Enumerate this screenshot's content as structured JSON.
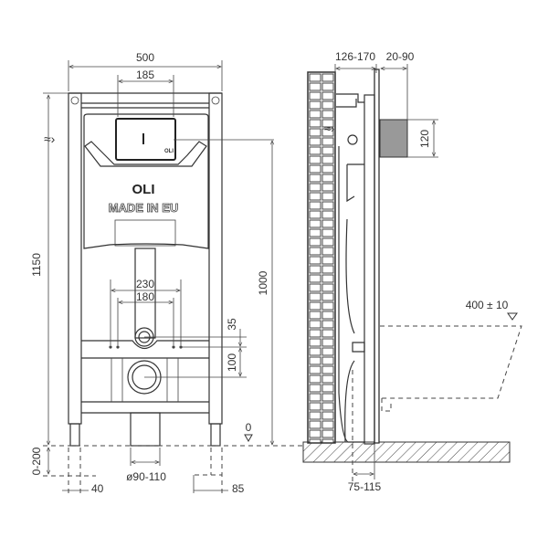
{
  "front_view": {
    "width_total": "500",
    "width_flush": "185",
    "height_total": "1150",
    "height_flush": "1000",
    "bolt_spacing_outer": "230",
    "bolt_spacing_inner": "180",
    "inlet_offset": "35",
    "outlet_offset": "100",
    "floor_level": "0",
    "leg_adjust": "0-200",
    "leg_left": "40",
    "pipe_diameter": "ø90-110",
    "leg_right": "85",
    "brand": "OLI",
    "made_in": "MADE IN EU",
    "box_brand": "OLI"
  },
  "side_view": {
    "wall_depth": "126-170",
    "plate_depth": "20-90",
    "plate_height": "120",
    "seat_height": "400 ± 10",
    "outlet_depth": "75-115"
  },
  "icons": [
    "water-inlet-icon",
    "level-marker-icon"
  ]
}
